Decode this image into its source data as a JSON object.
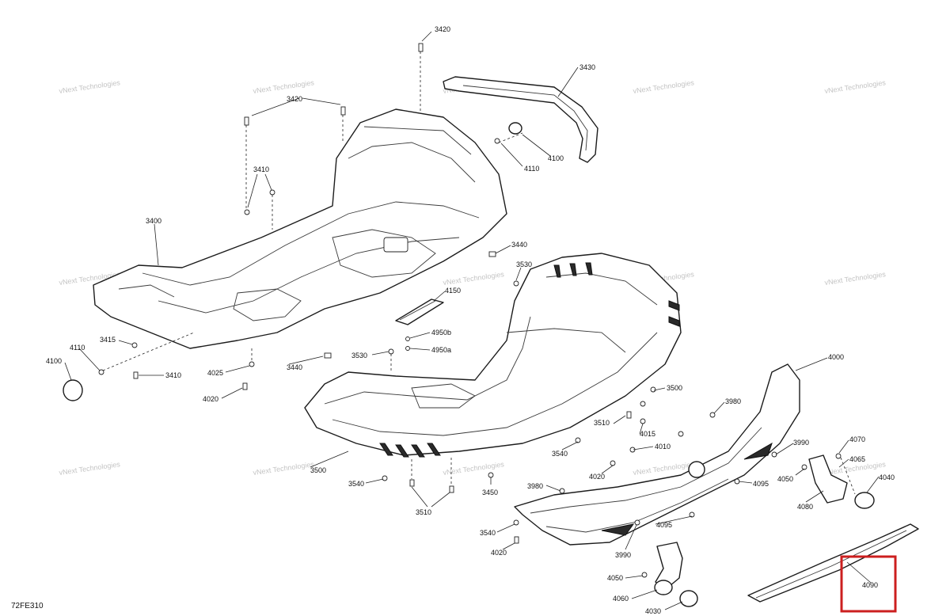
{
  "drawing_code": "72FE310",
  "watermark": "vNext Technologies",
  "highlight_color": "#cc1f1f",
  "highlighted_part": "4090",
  "part_labels": [
    "3420",
    "3430",
    "3420",
    "4100",
    "4110",
    "3410",
    "3400",
    "3440",
    "3530",
    "4150",
    "4950b",
    "4950a",
    "3415",
    "4110",
    "4100",
    "3410",
    "4025",
    "4020",
    "3440",
    "3530",
    "3500",
    "4000",
    "3980",
    "3510",
    "4015",
    "4010",
    "3990",
    "4070",
    "4065",
    "4050",
    "4040",
    "4080",
    "3540",
    "3500",
    "4020",
    "4095",
    "3540",
    "3450",
    "3980",
    "3510",
    "4095",
    "3540",
    "4020",
    "3990",
    "4090",
    "4050",
    "4060",
    "4030"
  ]
}
